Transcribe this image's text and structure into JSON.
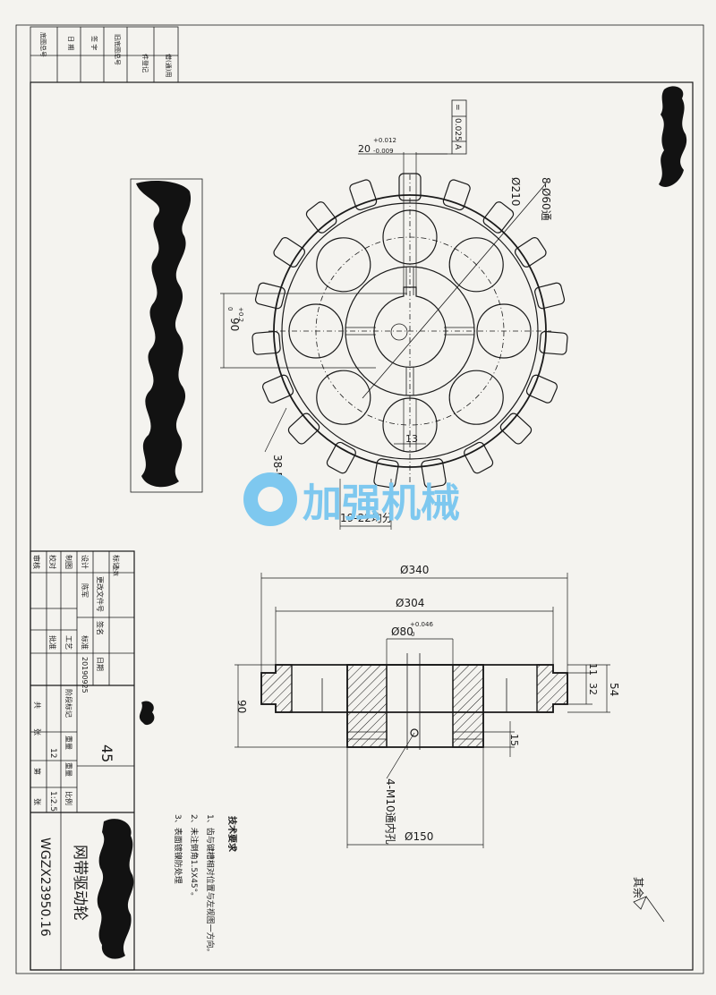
{
  "drawing": {
    "title": "网带驱动轮",
    "number": "WGZX23950.16",
    "material": "45",
    "quantity": "12",
    "scale": "1:2.5",
    "date": "20190925",
    "surface_finish": "其余",
    "watermark": "加强机械",
    "tolerance_frame": [
      "=",
      "0.025",
      "A"
    ]
  },
  "dimensions": {
    "keyway_width": "20",
    "keyway_tol_upper": "+0.012",
    "keyway_tol_lower": "-0.009",
    "pcd": "Ø210",
    "holes": "8-Ø60通",
    "keyway_height": "90",
    "keyway_height_tol_upper": "+0.2",
    "keyway_height_tol_lower": "0",
    "slot": "13",
    "teeth": "38-R5",
    "division": "19-22均分",
    "outer_dia": "Ø340",
    "rim_dia": "Ø304",
    "bore": "Ø80",
    "bore_tol_upper": "+0.046",
    "bore_tol_lower": "0",
    "hub_dia": "Ø150",
    "hub_width": "90",
    "rim_width": "54",
    "dim_11": "11",
    "dim_32": "32",
    "dim_15": "15",
    "tapped_holes": "4-M10通内孔"
  },
  "tech_req": {
    "heading": "技术要求",
    "items": [
      "1、齿与键槽相对位置与左视图一方向。",
      "2、未注倒角1.5X45°。",
      "3、表面镀镍防处理"
    ]
  },
  "title_block": {
    "revision_header": [
      "标记",
      "处数",
      "更改文件号",
      "签名",
      "日期"
    ],
    "roles": [
      "设计",
      "制图",
      "校对",
      "审核"
    ],
    "names": [
      "陈军",
      "工艺",
      "标准",
      "批准"
    ],
    "stage_label": "阶段标记",
    "weight_label": "重量",
    "scale_label": "比例",
    "sheet_total": "共",
    "sheet_no": "第",
    "sheet_unit": "张"
  },
  "top_left_block": [
    "借(通)用",
    "件登记",
    "旧底图总号",
    "签 字",
    "日 期",
    "底图总号"
  ]
}
